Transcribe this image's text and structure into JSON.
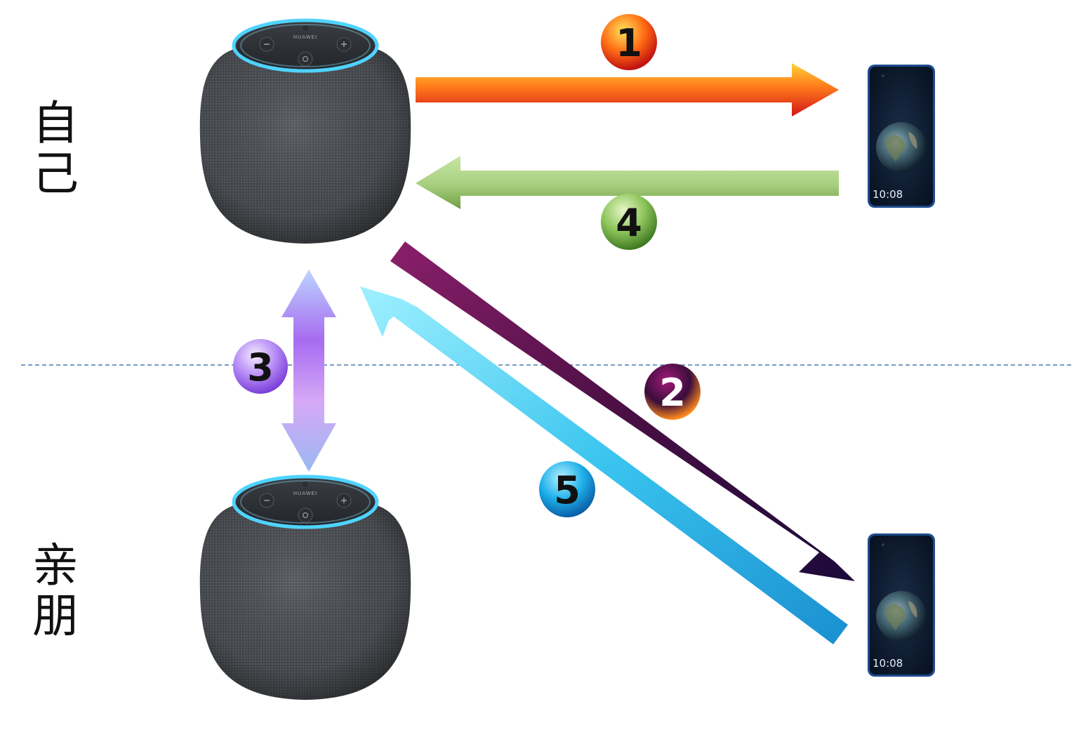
{
  "labels": {
    "self": "自己",
    "friend": "亲朋"
  },
  "devices": {
    "speaker_brand": "HUAWEI",
    "phone_time": "10:08"
  },
  "steps": [
    {
      "number": "1",
      "color": "#f7941d",
      "direction": "self speaker → self phone"
    },
    {
      "number": "2",
      "color": "#4b1548",
      "direction": "self speaker → friend phone"
    },
    {
      "number": "3",
      "color": "#b48cf0",
      "direction": "self speaker ↔ friend speaker"
    },
    {
      "number": "4",
      "color": "#7fb347",
      "direction": "self phone → self speaker"
    },
    {
      "number": "5",
      "color": "#2fb8e6",
      "direction": "friend phone → self speaker"
    }
  ],
  "colors": {
    "divider": "#4a7aa8",
    "speaker_body": "#45484c",
    "speaker_ring": "#4fd3ff",
    "phone_frame": "#1e4a8c"
  }
}
